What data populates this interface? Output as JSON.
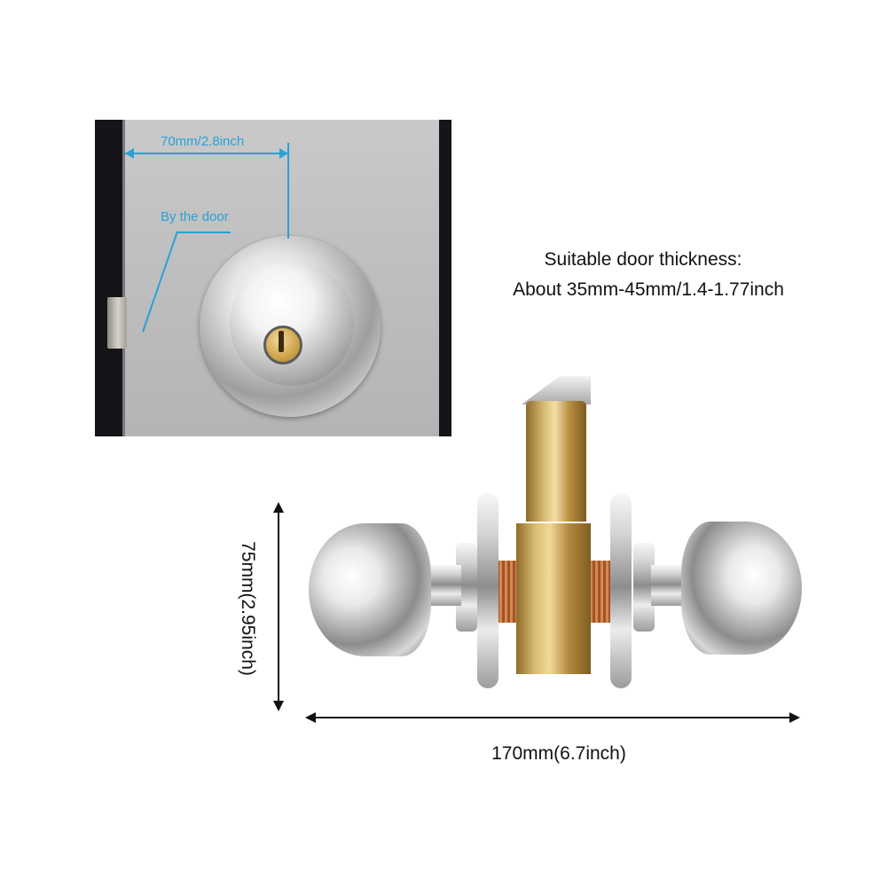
{
  "door_inset": {
    "width_label": "70mm/2.8inch",
    "position_label": "By the door",
    "accent_color": "#2aa1d6"
  },
  "thickness": {
    "line1": "Suitable door thickness:",
    "line2": "About 35mm-45mm/1.4-1.77inch"
  },
  "dimensions": {
    "height_label": "75mm(2.95inch)",
    "width_label": "170mm(6.7inch)"
  }
}
